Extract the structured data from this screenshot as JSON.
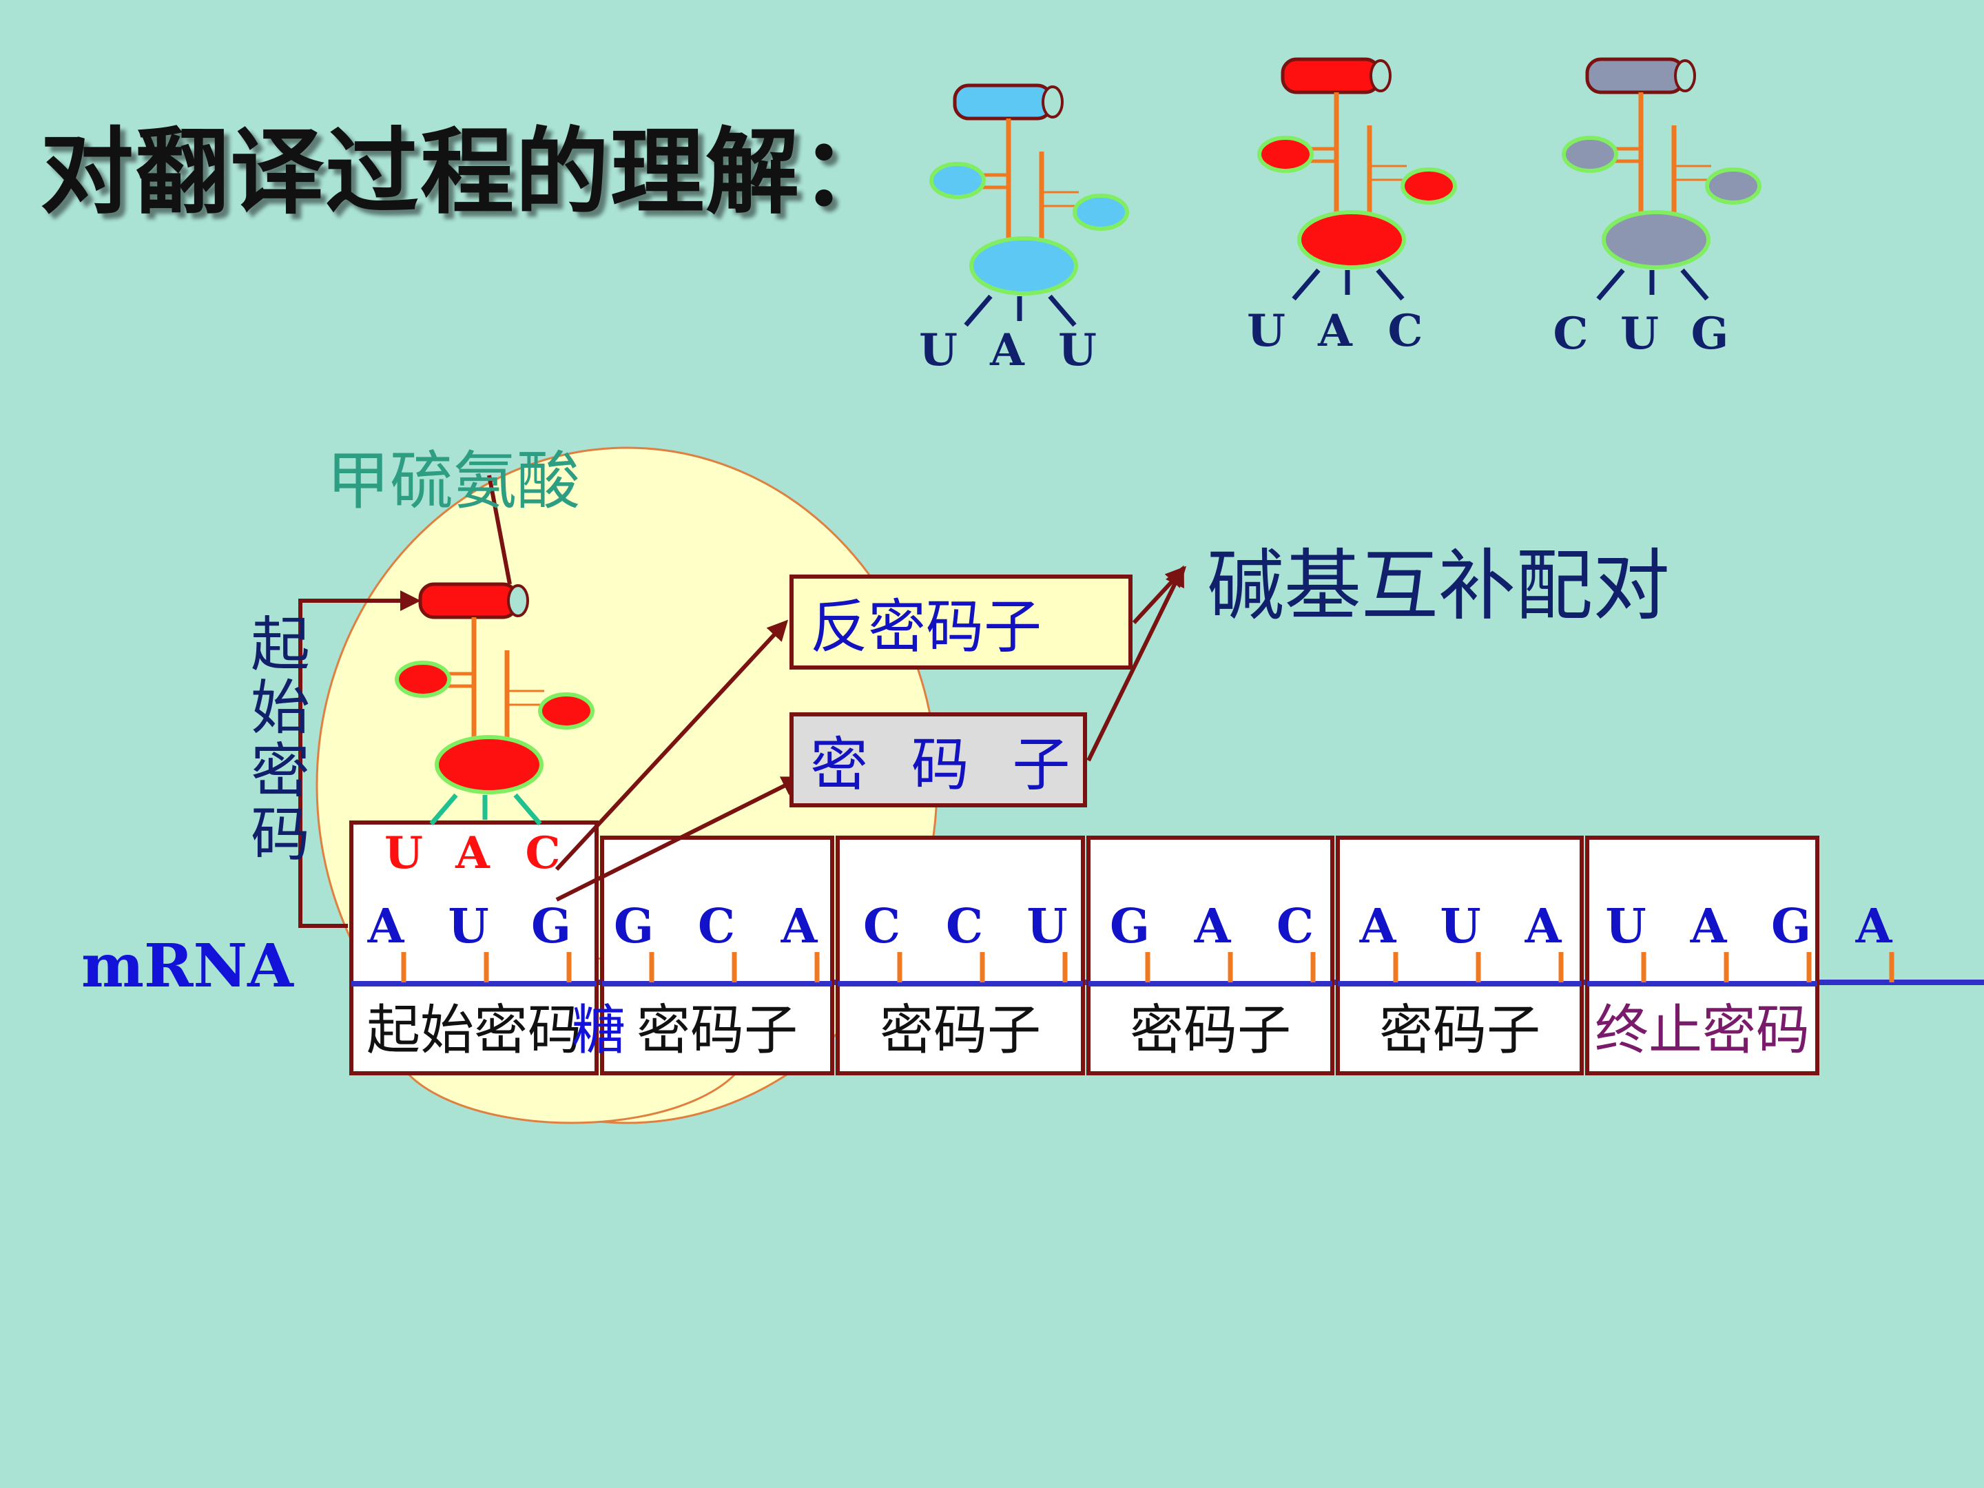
{
  "title": "对翻译过程的理解：",
  "methionine_label": "甲硫氨酸",
  "base_pairing_label": "碱基互补配对",
  "anticodon_label": "反密码子",
  "codon_label": "密 码 子",
  "start_codon_vertical": "起始密码",
  "mrna_label": "mRNA",
  "ribosome_label_partial": "糖",
  "colors": {
    "background": "#aae2d4",
    "ribosome": "#ffffc8",
    "arrow": "#7a1212",
    "mrna_strand": "#3030c8",
    "base_tick": "#f07820",
    "trna_stem": "#f07820",
    "blue_trna": "#5ec8f4",
    "red_trna": "#ff1010",
    "gray_trna": "#8c96b0"
  },
  "trnas_top": [
    {
      "color": "#5ec8f4",
      "cap": "#5ec8f4",
      "anticodon": [
        "U",
        "A",
        "U"
      ]
    },
    {
      "color": "#ff1010",
      "cap": "#ff1010",
      "anticodon": [
        "U",
        "A",
        "C"
      ]
    },
    {
      "color": "#8c96b0",
      "cap": "#8c96b0",
      "anticodon": [
        "C",
        "U",
        "G"
      ]
    }
  ],
  "trna_bound": {
    "color": "#ff1010",
    "anticodon": [
      "U",
      "A",
      "C"
    ]
  },
  "mrna_bases": [
    "A",
    "U",
    "G",
    "G",
    "C",
    "A",
    "C",
    "C",
    "U",
    "G",
    "A",
    "C",
    "A",
    "U",
    "A",
    "U",
    "A",
    "G",
    "A"
  ],
  "codon_boxes": [
    {
      "label": "起始密码",
      "color": "#111111"
    },
    {
      "label": "密码子",
      "color": "#111111"
    },
    {
      "label": "密码子",
      "color": "#111111"
    },
    {
      "label": "密码子",
      "color": "#111111"
    },
    {
      "label": "密码子",
      "color": "#111111"
    },
    {
      "label": "终止密码",
      "color": "#7a1a6a"
    }
  ]
}
